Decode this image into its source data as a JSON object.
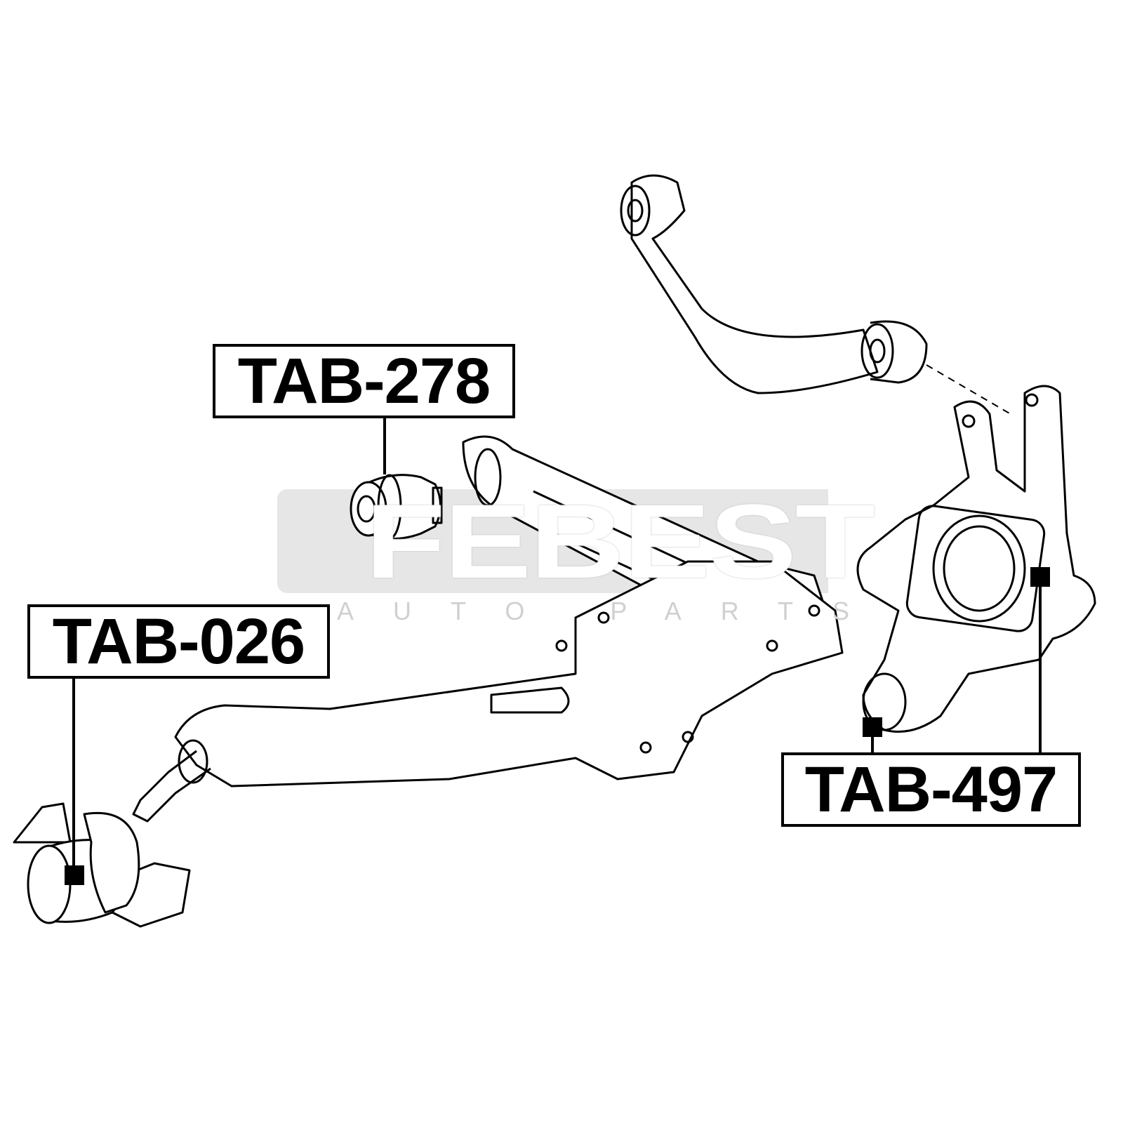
{
  "watermark": {
    "brand": "FEBEST",
    "sub": "AUTO PARTS"
  },
  "labels": {
    "tab278": "TAB-278",
    "tab026": "TAB-026",
    "tab497": "TAB-497"
  }
}
